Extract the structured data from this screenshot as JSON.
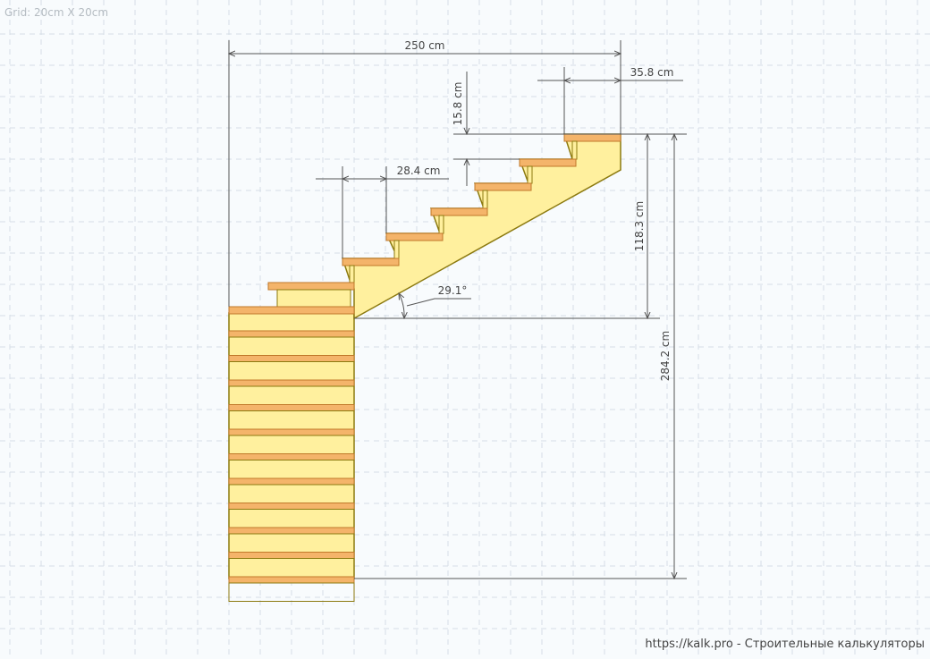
{
  "grid_label": "Grid: 20cm X 20cm",
  "footer": "https://kalk.pro - Строительные калькуляторы",
  "dimensions": {
    "total_length": "250 cm",
    "tread_depth": "35.8 cm",
    "step_rise": "15.8 cm",
    "step_going": "28.4 cm",
    "angle": "29.1°",
    "upper_flight_height": "118.3 cm",
    "total_height": "284.2 cm"
  },
  "colors": {
    "stringer_fill": "#fff09e",
    "stringer_stroke": "#8c7a10",
    "tread_fill": "#f4b46a",
    "tread_stroke": "#c0782a",
    "dim_line": "#555555",
    "grid_line": "#d6dee6"
  }
}
